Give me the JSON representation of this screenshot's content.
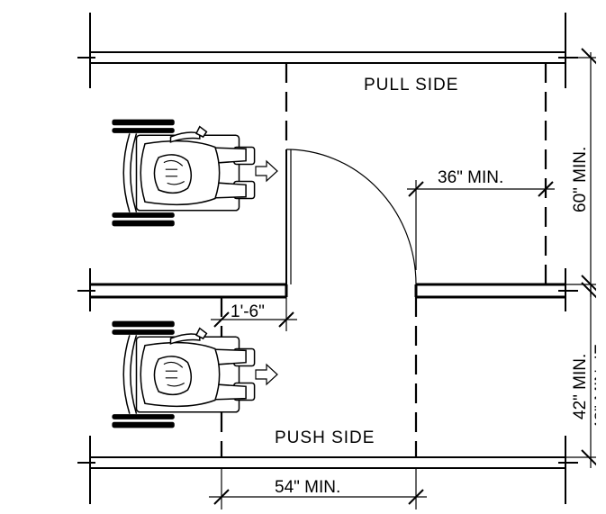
{
  "labels": {
    "pull_side": "PULL SIDE",
    "push_side": "PUSH SIDE",
    "clear_width": "36\" MIN.",
    "latch_side": "1'-6\"",
    "push_depth": "54\" MIN.",
    "pull_depth": "60\" MIN.",
    "push_space_a": "42\" MIN.",
    "push_space_b": "48\" MIN. IF"
  },
  "icons": {
    "wheelchair_top": "wheelchair-user-icon",
    "wheelchair_bottom": "wheelchair-user-icon",
    "arrow_top": "approach-arrow-icon",
    "arrow_bottom": "approach-arrow-icon"
  }
}
